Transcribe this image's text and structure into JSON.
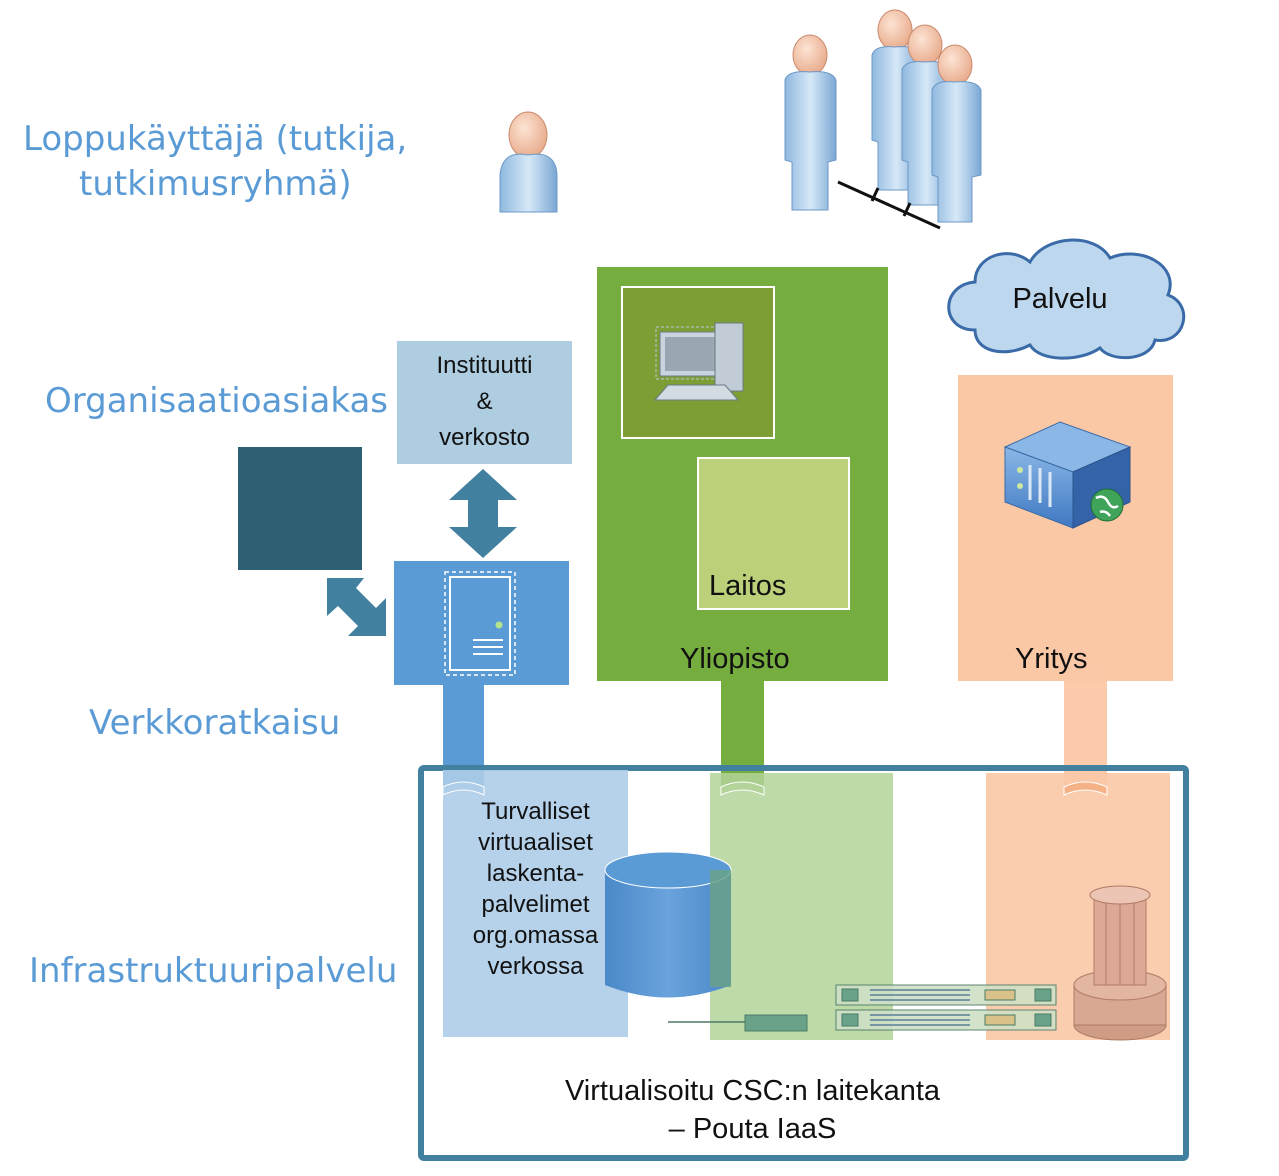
{
  "levels": {
    "end_user_line1": "Loppukäyttäjä (tutkija,",
    "end_user_line2": "tutkimusryhmä)",
    "organization": "Organisaatioasiakas",
    "network": "Verkkoratkaisu",
    "infrastructure": "Infrastruktuuripalvelu"
  },
  "boxes": {
    "institute_line1": "Instituutti",
    "institute_line2": "&",
    "institute_line3": "verkosto",
    "department": "Laitos",
    "university": "Yliopisto",
    "company": "Yritys",
    "service_cloud": "Palvelu"
  },
  "infra": {
    "secure_servers_lines": [
      "Turvalliset",
      "virtuaaliset",
      "laskenta-",
      "palvelimet",
      "org.omassa",
      "verkossa"
    ],
    "virtualized_line1": "Virtualisoitu CSC:n laitekanta",
    "virtualized_line2": "– Pouta IaaS"
  },
  "colors": {
    "label_blue": "#5b9bd5",
    "university_green": "#76ad3f",
    "company_peach": "#fbc8a6",
    "network_blue": "#5b9bd5",
    "frame_teal": "#41819f",
    "dark_teal_box": "#2f5f73"
  }
}
